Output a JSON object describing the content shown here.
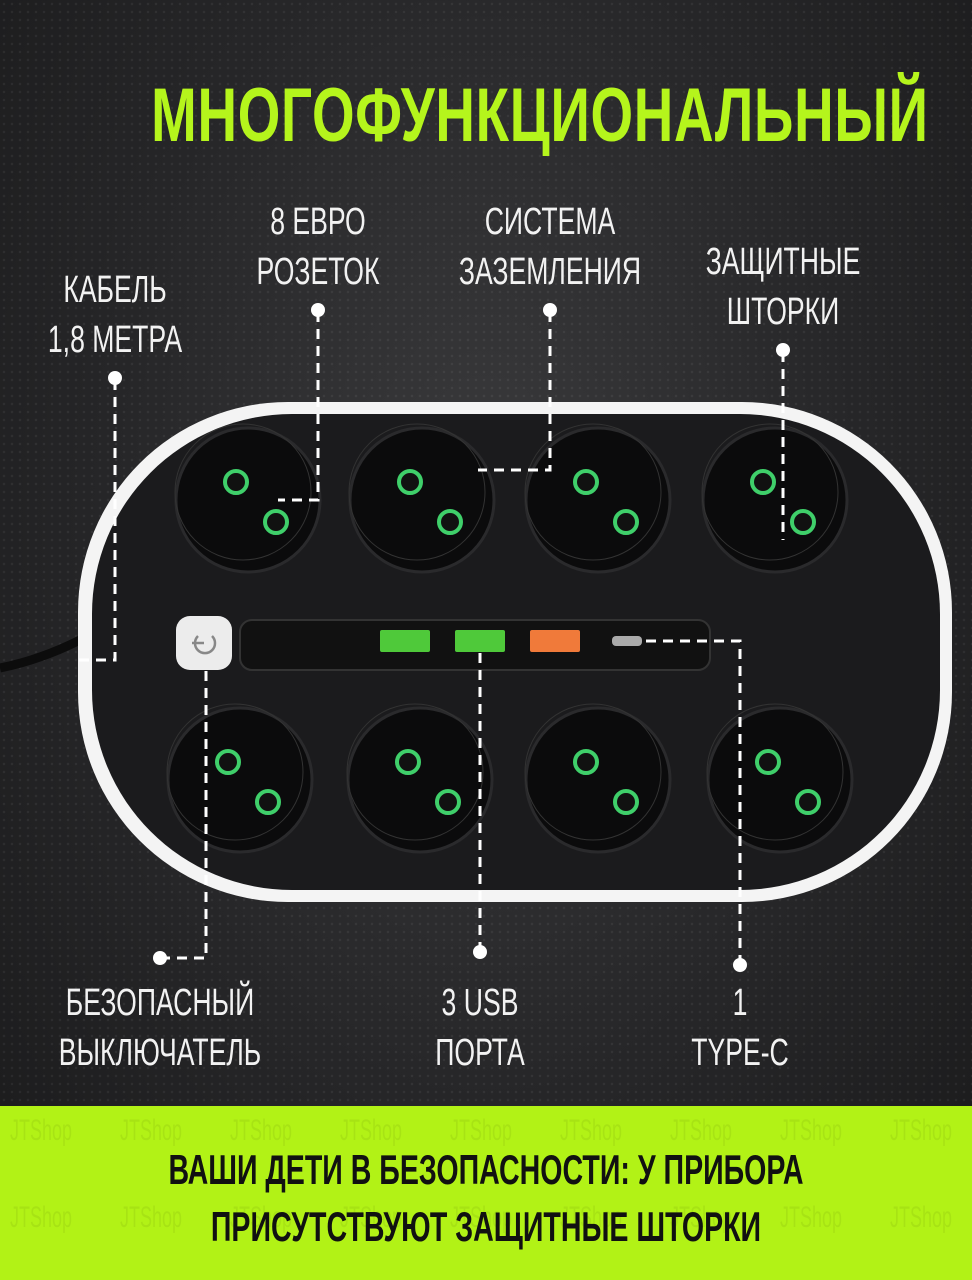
{
  "title": "МНОГОФУНКЦИОНАЛЬНЫЙ",
  "features": {
    "cable": [
      "КАБЕЛЬ",
      "1,8 МЕТРА"
    ],
    "sockets": [
      "8 ЕВРО",
      "РОЗЕТОК"
    ],
    "grounding": [
      "СИСТЕМА",
      "ЗАЗЕМЛЕНИЯ"
    ],
    "shutters": [
      "ЗАЩИТНЫЕ",
      "ШТОРКИ"
    ],
    "switch": [
      "БЕЗОПАСНЫЙ",
      "ВЫКЛЮЧАТЕЛЬ"
    ],
    "usb": [
      "3 USB",
      "ПОРТА"
    ],
    "typec": [
      "1",
      "TYPE-C"
    ]
  },
  "banner": {
    "lines": [
      "ВАШИ ДЕТИ В БЕЗОПАСНОСТИ: У ПРИБОРА",
      "ПРИСУТСТВУЮТ ЗАЩИТНЫЕ ШТОРКИ"
    ],
    "watermark": "JTShop"
  },
  "colors": {
    "accent": "#b5f51c",
    "banner": "#b2f216",
    "usb_green": "#4fc93a",
    "usb_orange": "#f07a3a"
  }
}
